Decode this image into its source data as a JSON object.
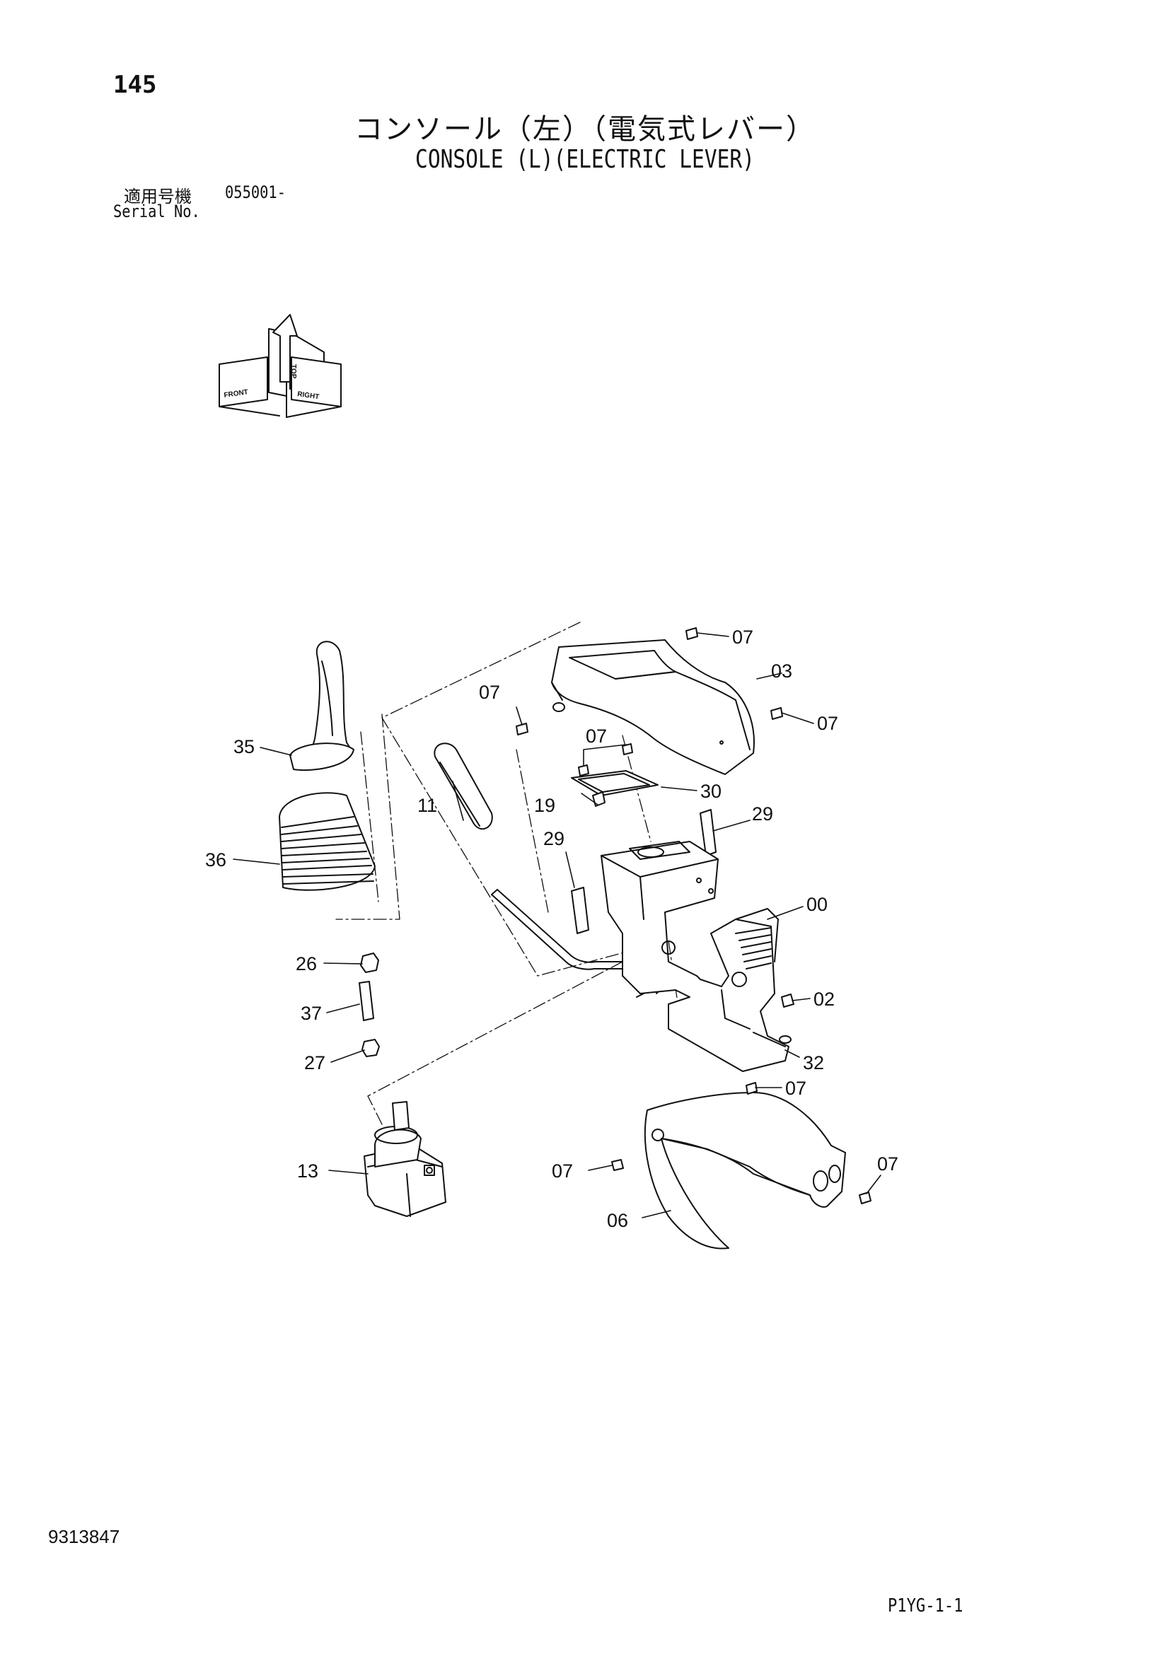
{
  "header": {
    "page_number": "145",
    "title_jp": "コンソール（左）（電気式レバー）",
    "title_en": "CONSOLE (L)(ELECTRIC LEVER)",
    "serial_label_jp": "適用号機",
    "serial_value": "055001-",
    "serial_label_en": "Serial No."
  },
  "orientation": {
    "top": "TOP",
    "front": "FRONT",
    "right": "RIGHT"
  },
  "callouts": {
    "c00": "00",
    "c02": "02",
    "c03": "03",
    "c06": "06",
    "c07a": "07",
    "c07b": "07",
    "c07c": "07",
    "c07d": "07",
    "c07e": "07",
    "c07f": "07",
    "c07g": "07",
    "c11": "11",
    "c13": "13",
    "c19": "19",
    "c26": "26",
    "c27": "27",
    "c29a": "29",
    "c29b": "29",
    "c30": "30",
    "c32": "32",
    "c35": "35",
    "c36": "36",
    "c37": "37"
  },
  "footer": {
    "doc_number": "9313847",
    "page_code": "P1YG-1-1"
  }
}
